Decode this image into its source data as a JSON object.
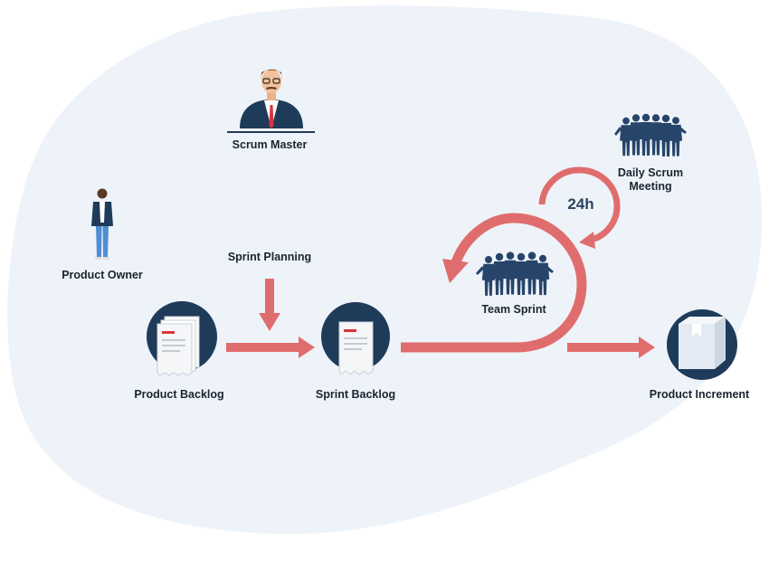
{
  "diagram": {
    "roles": {
      "scrum_master": "Scrum Master",
      "product_owner": "Product Owner"
    },
    "steps": {
      "sprint_planning": "Sprint Planning",
      "product_backlog": "Product Backlog",
      "sprint_backlog": "Sprint Backlog",
      "team_sprint": "Team Sprint",
      "daily_scrum_line1": "Daily Scrum",
      "daily_scrum_line2": "Meeting",
      "cycle_duration": "24h",
      "product_increment": "Product Increment"
    },
    "colors": {
      "background_blob": "#eef3f9",
      "arrow": "#e06d6d",
      "navy": "#1f3b5a",
      "silhouette": "#27456a",
      "text": "#1b2430"
    },
    "icons": [
      "scrum-master-person-icon",
      "product-owner-person-icon",
      "product-backlog-document-stack-icon",
      "sprint-backlog-document-icon",
      "team-sprint-group-icon",
      "daily-scrum-group-icon",
      "product-increment-box-icon"
    ]
  }
}
